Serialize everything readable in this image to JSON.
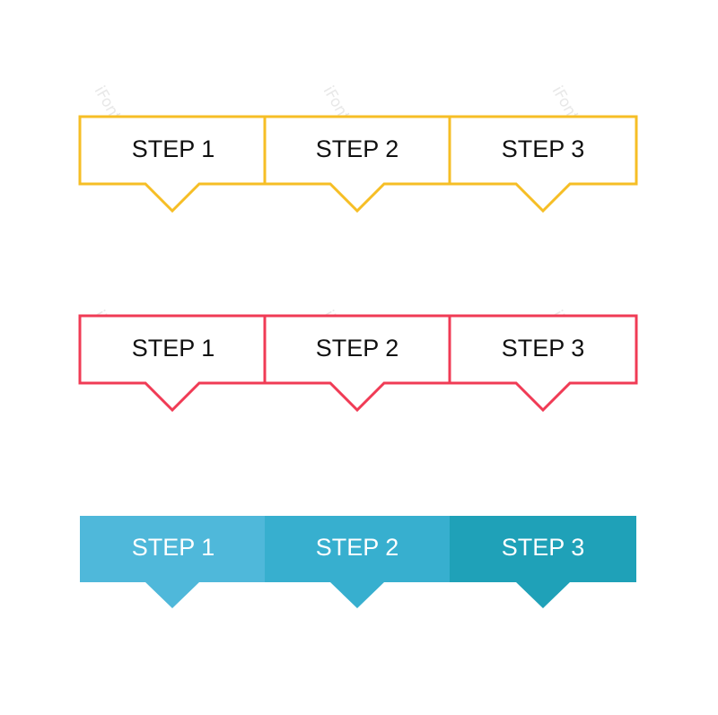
{
  "rows": [
    {
      "style": "outline",
      "color": "#F6BE25",
      "steps": [
        {
          "label": "STEP 1"
        },
        {
          "label": "STEP 2"
        },
        {
          "label": "STEP 3"
        }
      ]
    },
    {
      "style": "outline",
      "color": "#F03B55",
      "steps": [
        {
          "label": "STEP 1"
        },
        {
          "label": "STEP 2"
        },
        {
          "label": "STEP 3"
        }
      ]
    },
    {
      "style": "filled",
      "steps": [
        {
          "label": "STEP 1",
          "fill": "#4FB8DA"
        },
        {
          "label": "STEP 2",
          "fill": "#37AFCF"
        },
        {
          "label": "STEP 3",
          "fill": "#1FA1B8"
        }
      ]
    }
  ],
  "watermark": "iFonts"
}
